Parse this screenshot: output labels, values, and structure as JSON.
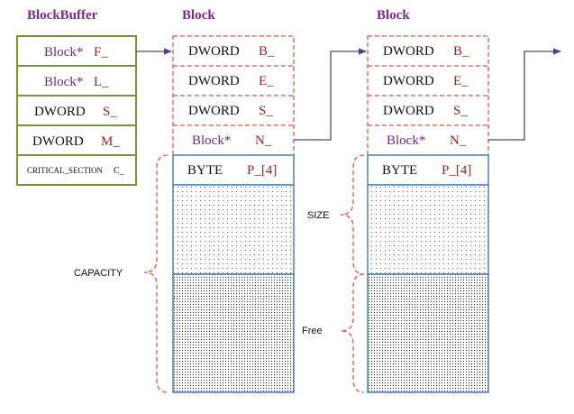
{
  "headings": {
    "block_buffer": "BlockBuffer",
    "block_1": "Block",
    "block_2": "Block"
  },
  "block_buffer_fields": [
    {
      "type": "Block*",
      "name": "F_"
    },
    {
      "type": "Block*",
      "name": "L_"
    },
    {
      "type": "DWORD",
      "name": "S_"
    },
    {
      "type": "DWORD",
      "name": "M_"
    },
    {
      "type": "CRITICAL_SECTION",
      "name": "C_"
    }
  ],
  "block_fields": [
    {
      "type": "DWORD",
      "name": "B_"
    },
    {
      "type": "DWORD",
      "name": "E_"
    },
    {
      "type": "DWORD",
      "name": "S_"
    },
    {
      "type": "Block*",
      "name": "N_"
    }
  ],
  "payload_field": {
    "type": "BYTE",
    "name": "P_[4]"
  },
  "labels": {
    "capacity": "CAPACITY",
    "size": "SIZE",
    "free": "Free"
  },
  "colors": {
    "buffer_border": "#77933c",
    "block_dash": "#d9534f",
    "payload_border": "#4f81bd",
    "arrow": "#4a4a7a",
    "brace": "#d9534f",
    "heading": "#7a2a8a"
  }
}
